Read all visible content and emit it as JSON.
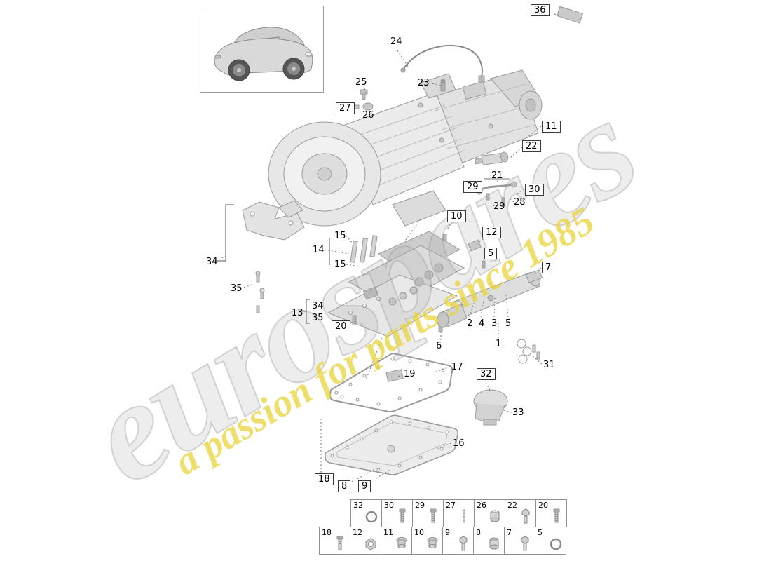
{
  "watermark": {
    "brand": "eurospares",
    "tagline": "a passion for parts since 1985"
  },
  "labels": [
    {
      "text": "36",
      "boxed": true
    },
    {
      "text": "24",
      "boxed": false
    },
    {
      "text": "25",
      "boxed": false
    },
    {
      "text": "23",
      "boxed": false
    },
    {
      "text": "27",
      "boxed": true
    },
    {
      "text": "26",
      "boxed": false
    },
    {
      "text": "11",
      "boxed": true
    },
    {
      "text": "22",
      "boxed": true
    },
    {
      "text": "21",
      "boxed": false
    },
    {
      "text": "29",
      "boxed": true
    },
    {
      "text": "30",
      "boxed": true
    },
    {
      "text": "28",
      "boxed": false
    },
    {
      "text": "29",
      "boxed": false
    },
    {
      "text": "10",
      "boxed": true
    },
    {
      "text": "12",
      "boxed": true
    },
    {
      "text": "15",
      "boxed": false
    },
    {
      "text": "14",
      "boxed": false
    },
    {
      "text": "5",
      "boxed": true
    },
    {
      "text": "15",
      "boxed": false
    },
    {
      "text": "7",
      "boxed": true
    },
    {
      "text": "34",
      "boxed": false
    },
    {
      "text": "35",
      "boxed": false
    },
    {
      "text": "13",
      "boxed": false
    },
    {
      "text": "34",
      "boxed": false
    },
    {
      "text": "35",
      "boxed": false
    },
    {
      "text": "20",
      "boxed": true
    },
    {
      "text": "2",
      "boxed": false
    },
    {
      "text": "4",
      "boxed": false
    },
    {
      "text": "3",
      "boxed": false
    },
    {
      "text": "5",
      "boxed": false
    },
    {
      "text": "6",
      "boxed": false
    },
    {
      "text": "1",
      "boxed": false
    },
    {
      "text": "31",
      "boxed": false
    },
    {
      "text": "17",
      "boxed": false
    },
    {
      "text": "19",
      "boxed": false
    },
    {
      "text": "32",
      "boxed": true
    },
    {
      "text": "33",
      "boxed": false
    },
    {
      "text": "16",
      "boxed": false
    },
    {
      "text": "18",
      "boxed": true
    },
    {
      "text": "8",
      "boxed": true
    },
    {
      "text": "9",
      "boxed": true
    }
  ],
  "fastener_table": {
    "top_row": [
      {
        "num": "32",
        "icon": "o-ring-icon"
      },
      {
        "num": "30",
        "icon": "screw-icon"
      },
      {
        "num": "29",
        "icon": "screw-icon"
      },
      {
        "num": "27",
        "icon": "pin-icon"
      },
      {
        "num": "26",
        "icon": "bushing-icon"
      },
      {
        "num": "22",
        "icon": "bolt-icon"
      },
      {
        "num": "20",
        "icon": "screw-icon"
      }
    ],
    "bottom_row": [
      {
        "num": "18",
        "icon": "screw-icon"
      },
      {
        "num": "12",
        "icon": "nut-icon"
      },
      {
        "num": "11",
        "icon": "plug-icon"
      },
      {
        "num": "10",
        "icon": "plug-icon"
      },
      {
        "num": "9",
        "icon": "bolt-icon"
      },
      {
        "num": "8",
        "icon": "bushing-icon"
      },
      {
        "num": "7",
        "icon": "bolt-icon"
      },
      {
        "num": "5",
        "icon": "o-ring-icon"
      }
    ]
  }
}
